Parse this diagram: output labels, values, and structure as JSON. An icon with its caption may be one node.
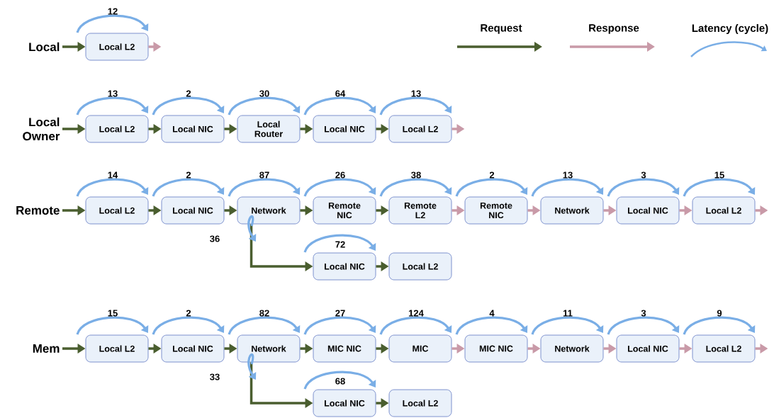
{
  "diagram": {
    "nodes": [
      {
        "text": [
          "Local"
        ]
      },
      {
        "text": [
          "Local L2"
        ],
        "beside": [
          "12"
        ]
      },
      {
        "text": [
          "Local Owner"
        ]
      },
      {
        "text": [
          "Local L2"
        ],
        "beside": [
          "13"
        ]
      },
      {
        "text": [
          "Local NIC"
        ],
        "beside": [
          "2"
        ]
      },
      {
        "text": [
          "Local Router"
        ],
        "beside": [
          "30"
        ]
      },
      {
        "text": [
          "Local NIC"
        ],
        "beside": [
          "64"
        ]
      },
      {
        "text": [
          "Local L2"
        ],
        "beside": [
          "13"
        ]
      },
      {
        "text": [
          "Remote"
        ]
      },
      {
        "text": [
          "Local L2"
        ],
        "beside": [
          "14"
        ]
      },
      {
        "text": [
          "Local NIC"
        ],
        "beside": [
          "2"
        ]
      },
      {
        "text": [
          "Network"
        ],
        "beside": [
          "87"
        ]
      },
      {
        "text": [
          "Remote NIC"
        ],
        "beside": [
          "26"
        ]
      },
      {
        "text": [
          "Remote L2"
        ],
        "beside": [
          "38"
        ]
      },
      {
        "text": [
          "Remote NIC"
        ],
        "beside": [
          "2"
        ]
      },
      {
        "text": [
          "Network"
        ],
        "beside": [
          "13"
        ]
      },
      {
        "text": [
          "Local NIC"
        ],
        "beside": [
          "3"
        ]
      },
      {
        "text": [
          "Local L2"
        ],
        "beside": [
          "15"
        ]
      },
      {
        "text": [
          "Local NIC"
        ],
        "beside": [
          "72"
        ]
      },
      {
        "text": [
          "Local L2"
        ]
      },
      {
        "text": [
          "Mem"
        ]
      },
      {
        "text": [
          "Local L2"
        ],
        "beside": [
          "15"
        ]
      },
      {
        "text": [
          "Local NIC"
        ],
        "beside": [
          "2"
        ]
      },
      {
        "text": [
          "Network"
        ],
        "beside": [
          "82"
        ]
      },
      {
        "text": [
          "MIC NIC"
        ],
        "beside": [
          "27"
        ]
      },
      {
        "text": [
          "MIC"
        ],
        "beside": [
          "124"
        ]
      },
      {
        "text": [
          "MIC NIC"
        ],
        "beside": [
          "4"
        ]
      },
      {
        "text": [
          "Network"
        ],
        "beside": [
          "11"
        ]
      },
      {
        "text": [
          "Local NIC"
        ],
        "beside": [
          "3"
        ]
      },
      {
        "text": [
          "Local L2"
        ],
        "beside": [
          "9"
        ]
      },
      {
        "text": [
          "Local NIC"
        ],
        "beside": [
          "68"
        ]
      },
      {
        "text": [
          "Local L2"
        ]
      }
    ],
    "edges": [
      {
        "from": 0,
        "to": 1,
        "arrow": "to"
      },
      {
        "from": 1,
        "to": null,
        "arrow": "to",
        "color": "#c99aa8"
      },
      {
        "from": 2,
        "to": 3,
        "arrow": "to"
      },
      {
        "from": 3,
        "to": 4,
        "arrow": "to"
      },
      {
        "from": 4,
        "to": 5,
        "arrow": "to"
      },
      {
        "from": 5,
        "to": 6,
        "arrow": "to"
      },
      {
        "from": 6,
        "to": 7,
        "arrow": "to"
      },
      {
        "from": 7,
        "to": null,
        "arrow": "to",
        "color": "#c99aa8"
      },
      {
        "from": 8,
        "to": 9,
        "arrow": "to"
      },
      {
        "from": 9,
        "to": 10,
        "arrow": "to"
      },
      {
        "from": 10,
        "to": 11,
        "arrow": "to"
      },
      {
        "from": 11,
        "to": 12,
        "arrow": "to"
      },
      {
        "from": 12,
        "to": 13,
        "arrow": "to"
      },
      {
        "from": 13,
        "to": 14,
        "arrow": "to",
        "color": "#c99aa8"
      },
      {
        "from": 14,
        "to": 15,
        "arrow": "to",
        "color": "#c99aa8"
      },
      {
        "from": 15,
        "to": 16,
        "arrow": "to",
        "color": "#c99aa8"
      },
      {
        "from": 16,
        "to": 17,
        "arrow": "to",
        "color": "#c99aa8"
      },
      {
        "from": 17,
        "to": null,
        "arrow": "to",
        "color": "#c99aa8"
      },
      {
        "from": 11,
        "to": 18,
        "arrow": "to",
        "label": "36"
      },
      {
        "from": 18,
        "to": 19,
        "arrow": "to"
      },
      {
        "from": 20,
        "to": 21,
        "arrow": "to"
      },
      {
        "from": 21,
        "to": 22,
        "arrow": "to"
      },
      {
        "from": 22,
        "to": 23,
        "arrow": "to"
      },
      {
        "from": 23,
        "to": 24,
        "arrow": "to"
      },
      {
        "from": 24,
        "to": 25,
        "arrow": "to"
      },
      {
        "from": 25,
        "to": 26,
        "arrow": "to",
        "color": "#c99aa8"
      },
      {
        "from": 26,
        "to": 27,
        "arrow": "to",
        "color": "#c99aa8"
      },
      {
        "from": 27,
        "to": 28,
        "arrow": "to",
        "color": "#c99aa8"
      },
      {
        "from": 28,
        "to": 29,
        "arrow": "to",
        "color": "#c99aa8"
      },
      {
        "from": 29,
        "to": null,
        "arrow": "to",
        "color": "#c99aa8"
      },
      {
        "from": 23,
        "to": 30,
        "arrow": "to",
        "label": "33"
      },
      {
        "from": 30,
        "to": 31,
        "arrow": "to"
      }
    ],
    "legend": [
      {
        "text": "Request"
      },
      {
        "text": "Response"
      },
      {
        "text": "Latency (cycle)"
      }
    ]
  }
}
